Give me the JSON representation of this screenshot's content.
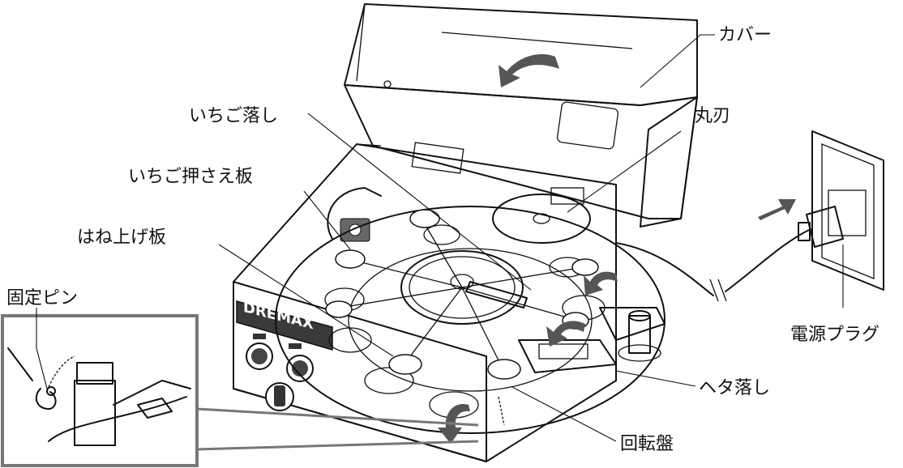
{
  "labels": {
    "cover": "カバー",
    "strawberry_drop": "いちご落し",
    "round_blade": "丸刃",
    "strawberry_press": "いちご押さえ板",
    "flip_plate": "はね上げ板",
    "fixing_pin": "固定ピン",
    "power_plug": "電源プラグ",
    "calyx_drop": "ヘタ落し",
    "turntable": "回転盤"
  },
  "brand": "DREMAX",
  "colors": {
    "line": "#111111",
    "arrow": "#555555",
    "panel": "#333333",
    "pad": "#c8c8c8"
  }
}
